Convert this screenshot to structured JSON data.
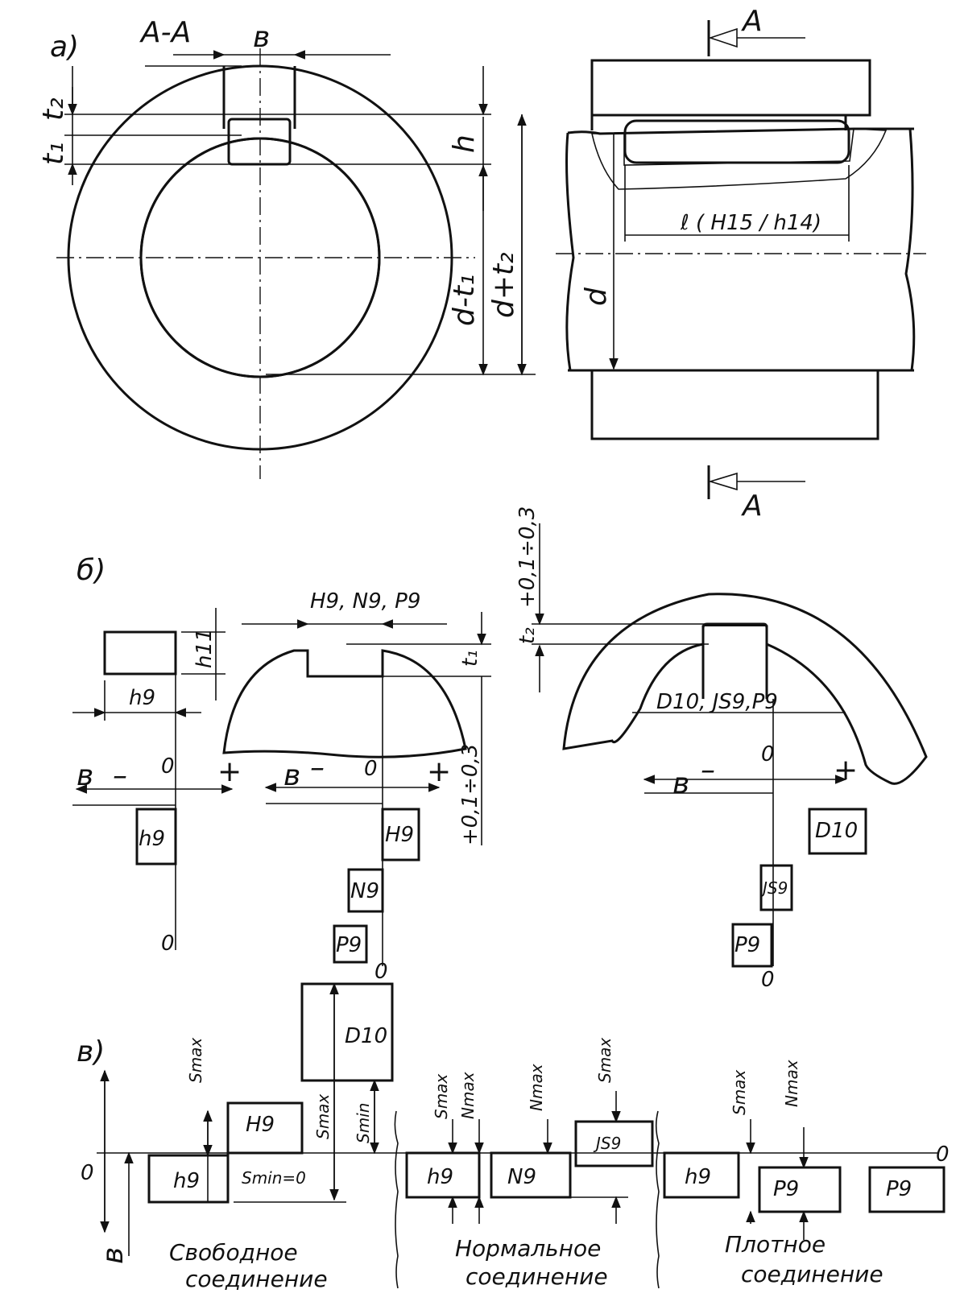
{
  "panel_a": {
    "label": "а)",
    "section_title": "А-А",
    "dims": {
      "b": "в",
      "t2": "t₂",
      "t1": "t₁",
      "h": "h",
      "d_plus_t2": "d+t₂",
      "d_minus_t1": "d-t₁",
      "l_fit": "ℓ ( H15 / h14)",
      "d": "d"
    },
    "section_mark_top": "А",
    "section_mark_bottom": "А"
  },
  "panel_b": {
    "label": "б)",
    "hub_fits": "H9, N9, P9",
    "key_h": "h11",
    "key_b": "h9",
    "t1": "t₁",
    "t2": "t₂",
    "t_tol_left": "+0,1÷0,3",
    "t_tol_right": "+0,1÷0,3",
    "shaft_fits": "D10,  JS9,P9",
    "axis_b": "в",
    "minus": "–",
    "plus": "+",
    "zero": "0",
    "fields_left": [
      "h9"
    ],
    "fields_mid": [
      "H9",
      "N9",
      "P9"
    ],
    "fields_right": [
      "D10",
      "JS9",
      "P9"
    ]
  },
  "panel_v": {
    "label": "в)",
    "zero": "0",
    "axis_b": "в",
    "free": {
      "smax": "Smax",
      "smin": "Smin",
      "smin_zero": "Smin=0",
      "fields": [
        "D10",
        "H9",
        "h9"
      ],
      "caption_1": "Свободное",
      "caption_2": "соединение"
    },
    "normal": {
      "smax_1": "Smax",
      "nmax_1": "Nmax",
      "nmax_2": "Nmax",
      "smax_2": "Smax",
      "fields": [
        "h9",
        "N9",
        "JS9"
      ],
      "caption_1": "Нормальное",
      "caption_2": "соединение"
    },
    "tight": {
      "smax": "Smax",
      "nmax": "Nmax",
      "fields": [
        "h9",
        "P9",
        "P9"
      ],
      "caption_1": "Плотное",
      "caption_2": "соединение"
    }
  }
}
